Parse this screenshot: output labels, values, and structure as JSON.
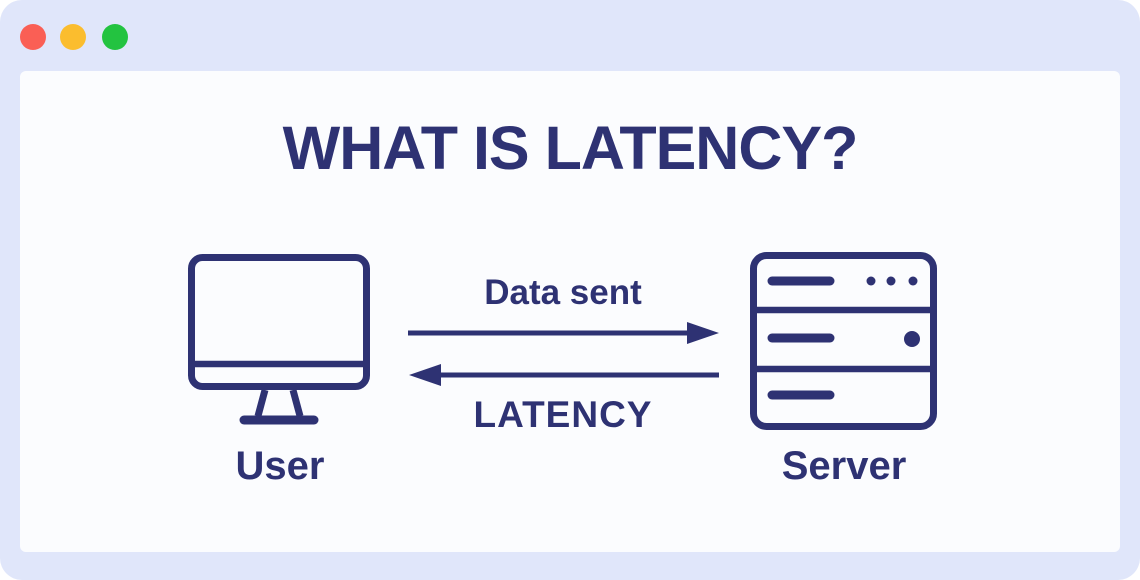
{
  "window": {
    "controls": [
      {
        "name": "close",
        "color": "#FA5F55"
      },
      {
        "name": "minimize",
        "color": "#FBBD2E"
      },
      {
        "name": "maximize",
        "color": "#23C340"
      }
    ],
    "colors": {
      "frame": "#E0E6FA",
      "card": "#FBFCFE",
      "ink": "#2E3273",
      "page": "#FFFFFF"
    }
  },
  "diagram": {
    "title": "WHAT IS LATENCY?",
    "nodes": [
      {
        "id": "user",
        "label": "User",
        "icon": "monitor-icon"
      },
      {
        "id": "server",
        "label": "Server",
        "icon": "server-icon"
      }
    ],
    "flows": [
      {
        "label": "Data sent",
        "direction": "user-to-server"
      },
      {
        "label": "LATENCY",
        "direction": "server-to-user"
      }
    ]
  }
}
